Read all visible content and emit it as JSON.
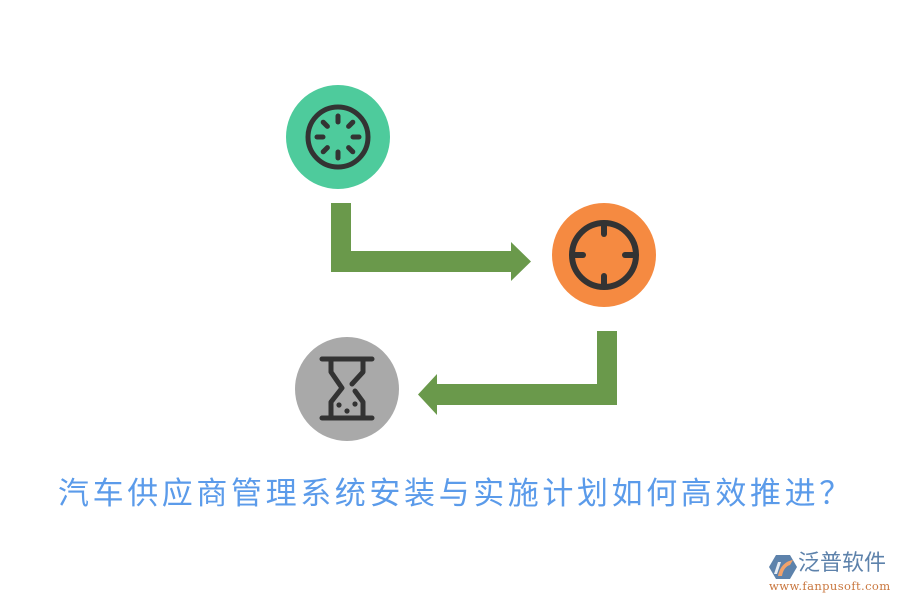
{
  "title": "汽车供应商管理系统安装与实施计划如何高效推进？",
  "colors": {
    "title": "#5b9bea",
    "arrow": "#6a994b",
    "icon_stroke": "#333333",
    "step1_circle": "#4ecb9c",
    "step2_circle": "#f58a41",
    "step3_circle": "#a9a9a9",
    "logo_name": "#5d82ab",
    "logo_url": "#c9773f"
  },
  "steps": [
    {
      "id": 1,
      "icon": "loading-spinner-icon",
      "color": "#4ecb9c"
    },
    {
      "id": 2,
      "icon": "crosshair-target-icon",
      "color": "#f58a41"
    },
    {
      "id": 3,
      "icon": "hourglass-icon",
      "color": "#a9a9a9"
    }
  ],
  "arrows": [
    {
      "from": 1,
      "to": 2,
      "direction": "down-then-right"
    },
    {
      "from": 2,
      "to": 3,
      "direction": "down-then-left"
    }
  ],
  "logo": {
    "name": "泛普软件",
    "url": "www.fanpusoft.com"
  }
}
